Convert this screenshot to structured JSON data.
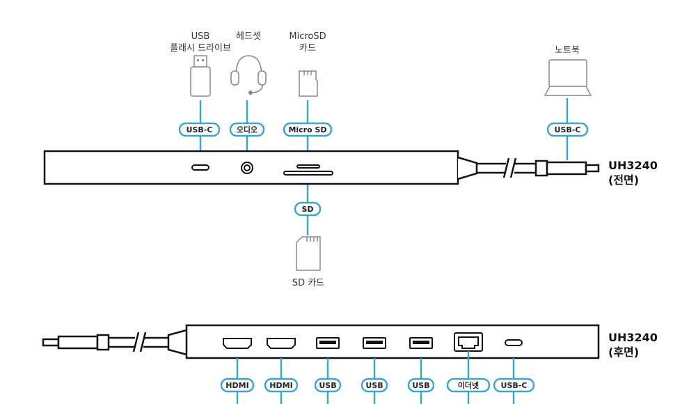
{
  "colors": {
    "line": "#3aa7c8",
    "stroke": "#111111",
    "device": "#888888",
    "text": "#333333"
  },
  "front": {
    "title": "UH3240",
    "subtitle": "(전면)",
    "devices": {
      "usb_flash": [
        "USB",
        "플래시 드라이브"
      ],
      "headset": "헤드셋",
      "microsd_card": [
        "MicroSD",
        "카드"
      ],
      "laptop": "노트북",
      "sd_card": "SD 카드"
    },
    "ports": {
      "usb_c": "USB-C",
      "audio": "오디오",
      "micro_sd": "Micro SD",
      "sd": "SD",
      "host_usb_c": "USB-C"
    }
  },
  "rear": {
    "title": "UH3240",
    "subtitle": "(후면)",
    "ports": [
      "HDMI",
      "HDMI",
      "USB",
      "USB",
      "USB",
      "이더넷",
      "USB-C"
    ]
  }
}
